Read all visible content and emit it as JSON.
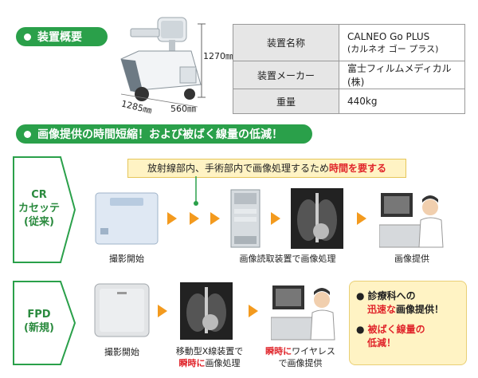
{
  "section1": {
    "title": "装置概要"
  },
  "device": {
    "height": "1270㎜",
    "depth": "1285㎜",
    "width": "560㎜"
  },
  "spec": {
    "rows": [
      {
        "label": "装置名称",
        "value": "CALNEO Go PLUS",
        "sub": "(カルネオ ゴー プラス)"
      },
      {
        "label": "装置メーカー",
        "value": "富士フィルムメディカル(株)",
        "sub": ""
      },
      {
        "label": "重量",
        "value": "440kg",
        "sub": ""
      }
    ]
  },
  "section2": {
    "title": "画像提供の時間短縮！および被ばく線量の低減！"
  },
  "cr": {
    "label_lines": [
      "CR",
      "カセッテ",
      "(従来)"
    ],
    "callout_normal": "放射線部内、手術部内で画像処理するため",
    "callout_red": "時間を要する",
    "steps": [
      "撮影開始",
      "画像読取装置で画像処理",
      "画像提供"
    ]
  },
  "fpd": {
    "label_lines": [
      "FPD",
      "(新規)"
    ],
    "step1": "撮影開始",
    "step2_line1": "移動型X線装置で",
    "step2_red": "瞬時に",
    "step2_rest": "画像処理",
    "step3_red": "瞬時に",
    "step3_rest": "ワイヤレス",
    "step3_line2": "で画像提供"
  },
  "benefits": {
    "b1_line1": "診療科への",
    "b1_red": "迅速な",
    "b1_rest": "画像提供！",
    "b2_line1": "被ばく線量の",
    "b2_line2": "低減！"
  },
  "colors": {
    "green": "#2aa04a",
    "orange": "#f39a1e",
    "red": "#e0242a",
    "callout_bg": "#fff3c4"
  }
}
